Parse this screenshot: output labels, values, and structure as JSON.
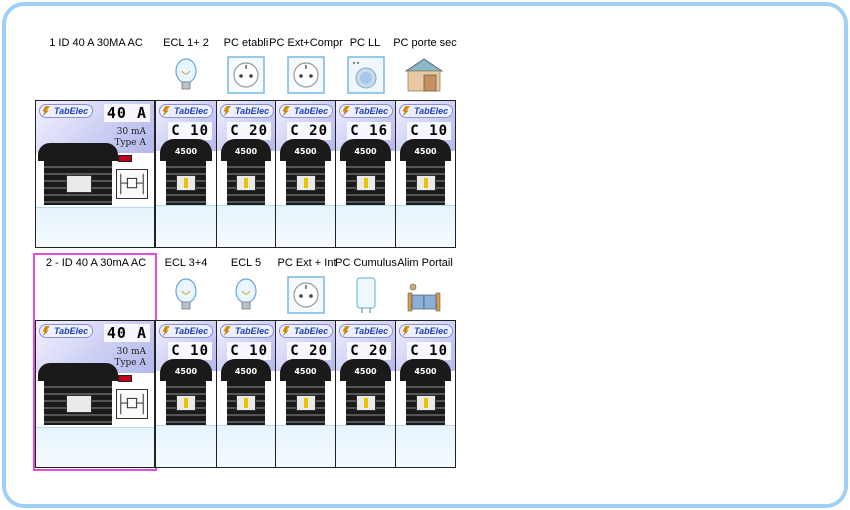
{
  "panel": {
    "rows": [
      {
        "rcd": {
          "label": "1   ID 40 A 30MA AC",
          "brand": "TabElec",
          "rating": "40 A",
          "sensitivity": "30 mA",
          "type": "Type A",
          "lever_text": ""
        },
        "breakers": [
          {
            "label": "ECL 1+ 2",
            "icon": "light-bulb-icon",
            "brand": "TabElec",
            "rating": "C 10",
            "lever_text": "4500"
          },
          {
            "label": "PC etabli",
            "icon": "power-outlet-icon",
            "brand": "TabElec",
            "rating": "C 20",
            "lever_text": "4500"
          },
          {
            "label": "PC Ext+Compr",
            "icon": "power-outlet-icon",
            "brand": "TabElec",
            "rating": "C 20",
            "lever_text": "4500"
          },
          {
            "label": "PC LL",
            "icon": "washing-machine-icon",
            "brand": "TabElec",
            "rating": "C 16",
            "lever_text": "4500"
          },
          {
            "label": "PC porte sec",
            "icon": "garage-icon",
            "brand": "TabElec",
            "rating": "C 10",
            "lever_text": "4500"
          }
        ]
      },
      {
        "rcd": {
          "label": "2 - ID 40 A 30mA AC",
          "brand": "TabElec",
          "rating": "40 A",
          "sensitivity": "30 mA",
          "type": "Type A",
          "lever_text": ""
        },
        "breakers": [
          {
            "label": "ECL 3+4",
            "icon": "light-bulb-icon",
            "brand": "TabElec",
            "rating": "C 10",
            "lever_text": "4500"
          },
          {
            "label": "ECL 5",
            "icon": "light-bulb-icon",
            "brand": "TabElec",
            "rating": "C 10",
            "lever_text": "4500"
          },
          {
            "label": "PC Ext + Int",
            "icon": "power-outlet-icon",
            "brand": "TabElec",
            "rating": "C 20",
            "lever_text": "4500"
          },
          {
            "label": "PC Cumulus",
            "icon": "water-heater-icon",
            "brand": "TabElec",
            "rating": "C 20",
            "lever_text": "4500"
          },
          {
            "label": "Alim Portail",
            "icon": "gate-icon",
            "brand": "TabElec",
            "rating": "C 10",
            "lever_text": "4500"
          }
        ]
      }
    ]
  },
  "colors": {
    "frame": "#9fd0f5",
    "selection": "#e04ce0",
    "brand": "#1b3fb8"
  }
}
